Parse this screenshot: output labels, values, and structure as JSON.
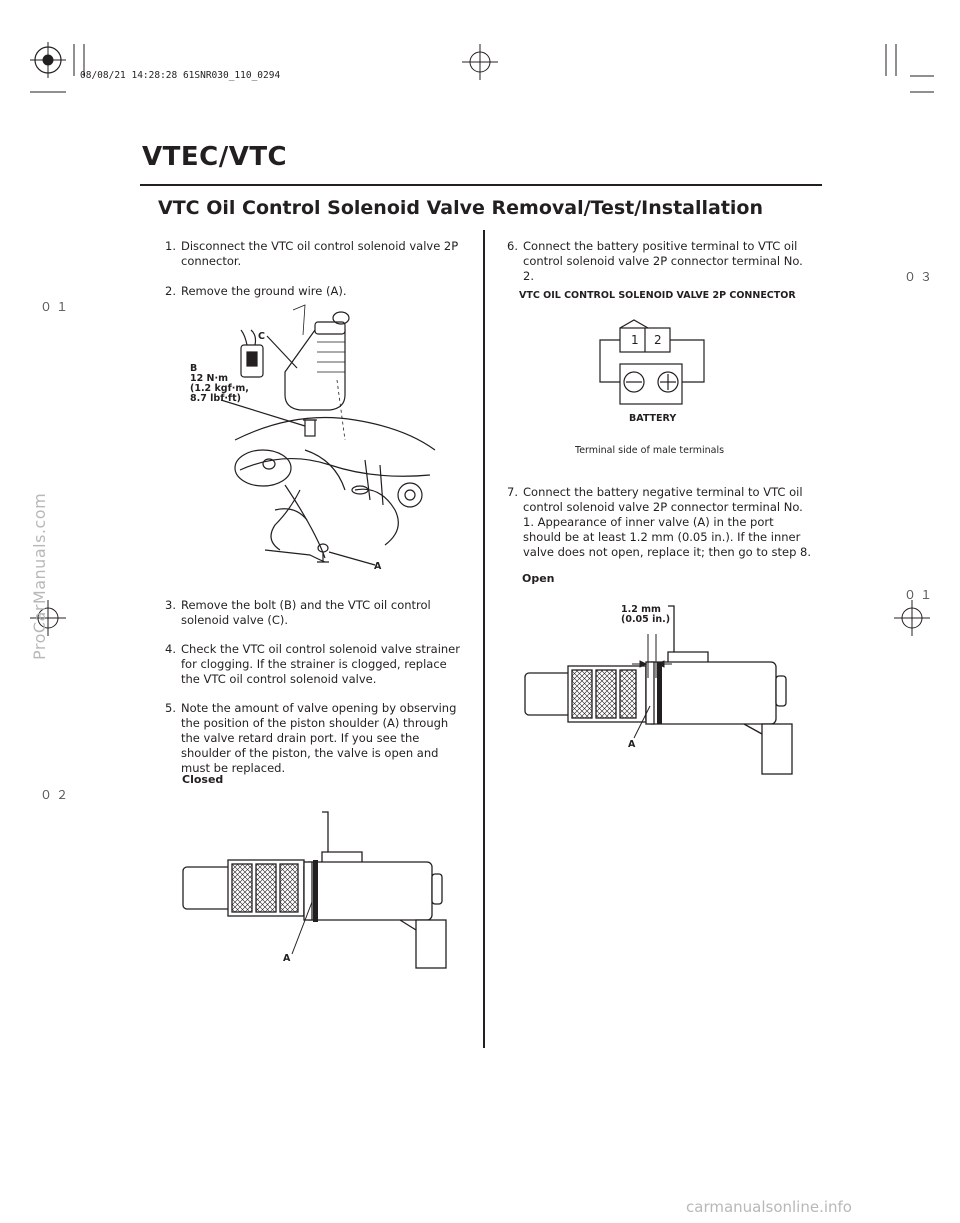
{
  "print_stamp": "08/08/21 14:28:28 61SNR030_110_0294",
  "header": {
    "title": "VTEC/VTC",
    "section_title": "VTC Oil Control Solenoid Valve Removal/Test/Installation"
  },
  "side_marks": {
    "mark_01_top": "０１",
    "mark_02": "０２",
    "mark_03": "０３",
    "mark_01_right": "０１"
  },
  "left_column": {
    "steps": [
      {
        "num": "1.",
        "text": "Disconnect the VTC oil control solenoid valve 2P connector."
      },
      {
        "num": "2.",
        "text": "Remove the ground wire (A)."
      },
      {
        "num": "3.",
        "text": "Remove the bolt (B) and the VTC oil control solenoid valve (C)."
      },
      {
        "num": "4.",
        "text": "Check the VTC oil control solenoid valve strainer for clogging. If the strainer is clogged, replace the VTC oil control solenoid valve."
      },
      {
        "num": "5.",
        "text": "Note the amount of valve opening by observing the position of the piston shoulder (A) through the valve retard drain port. If you see the shoulder of the piston, the valve is open and must be replaced."
      }
    ],
    "figure1_callouts": {
      "c": "C",
      "b_lines": [
        "B",
        "12 N·m",
        "(1.2 kgf·m,",
        "8.7 lbf·ft)"
      ],
      "a": "A"
    },
    "closed_label": "Closed",
    "closed_callout_a": "A"
  },
  "right_column": {
    "steps": [
      {
        "num": "6.",
        "text": "Connect the battery positive terminal to VTC oil control solenoid valve 2P connector terminal No. 2."
      },
      {
        "num": "7.",
        "text": "Connect the battery negative terminal to VTC oil control solenoid valve 2P connector terminal No. 1. Appearance of inner valve (A) in the port should be at least 1.2 mm (0.05 in.). If the inner valve does not open, replace it; then go to step 8."
      }
    ],
    "connector_title": "VTC OIL CONTROL SOLENOID VALVE 2P CONNECTOR",
    "terminal_1": "1",
    "terminal_2": "2",
    "battery_label": "BATTERY",
    "battery_minus": "−",
    "battery_plus": "+",
    "terminal_note": "Terminal side of male terminals",
    "open_label": "Open",
    "gap_lines": [
      "1.2 mm",
      "(0.05 in.)"
    ],
    "open_callout_a": "A"
  },
  "footer": {
    "watermark_left": "ProCarManuals.com",
    "watermark_bottom": "carmanualsonline.info"
  }
}
